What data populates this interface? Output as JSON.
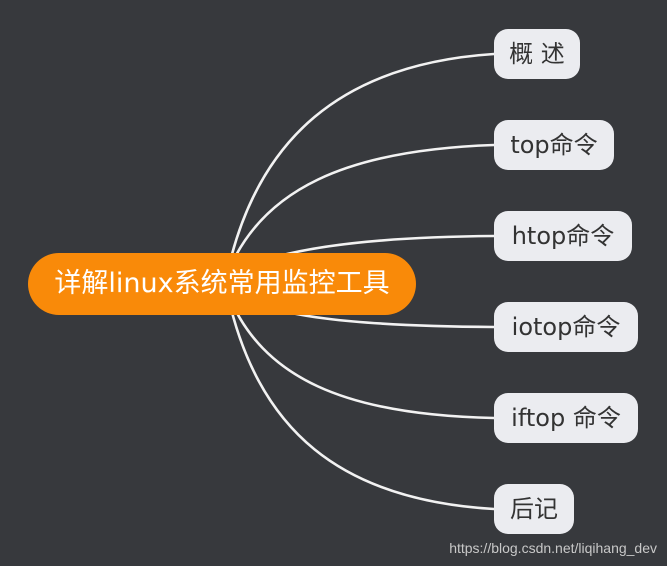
{
  "root": {
    "label": "详解linux系统常用监控工具",
    "color": "#f98a09"
  },
  "children": [
    {
      "label": "概 述"
    },
    {
      "label": "top命令"
    },
    {
      "label": "htop命令"
    },
    {
      "label": "iotop命令"
    },
    {
      "label": "iftop 命令"
    },
    {
      "label": "后记"
    }
  ],
  "watermark": "https://blog.csdn.net/liqihang_dev",
  "colors": {
    "background": "#37393d",
    "node_fill": "#ebecf0",
    "connector": "#f2f2f2"
  }
}
